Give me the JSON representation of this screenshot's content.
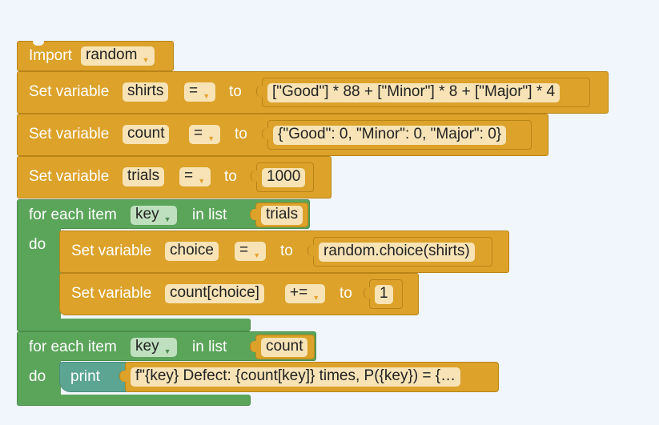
{
  "import_block": {
    "label": "Import",
    "module": "random"
  },
  "set_shirts": {
    "label": "Set variable",
    "var": "shirts",
    "op": "=",
    "to": "to",
    "value": "[\"Good\"] * 88 + [\"Minor\"] * 8 + [\"Major\"] * 4"
  },
  "set_count": {
    "label": "Set variable",
    "var": "count",
    "op": "=",
    "to": "to",
    "value": "{\"Good\": 0, \"Minor\": 0, \"Major\": 0}"
  },
  "set_trials": {
    "label": "Set variable",
    "var": "trials",
    "op": "=",
    "to": "to",
    "value": "1000"
  },
  "loop1": {
    "for_label": "for each item",
    "var": "key",
    "in_label": "in list",
    "list": "trials",
    "do_label": "do"
  },
  "set_choice": {
    "label": "Set variable",
    "var": "choice",
    "op": "=",
    "to": "to",
    "value": "random.choice(shirts)"
  },
  "set_countchoice": {
    "label": "Set variable",
    "var": "count[choice]",
    "op": "+=",
    "to": "to",
    "value": "1"
  },
  "loop2": {
    "for_label": "for each item",
    "var": "key",
    "in_label": "in list",
    "list": "count",
    "do_label": "do"
  },
  "print_block": {
    "label": "print",
    "value": "f\"{key} Defect: {count[key]} times, P({key}) = {…"
  },
  "colors": {
    "logic_yellow": "#dca22a",
    "loop_green": "#5ba55b",
    "print_teal": "#5ba592",
    "workspace": "#f1f6fd"
  }
}
